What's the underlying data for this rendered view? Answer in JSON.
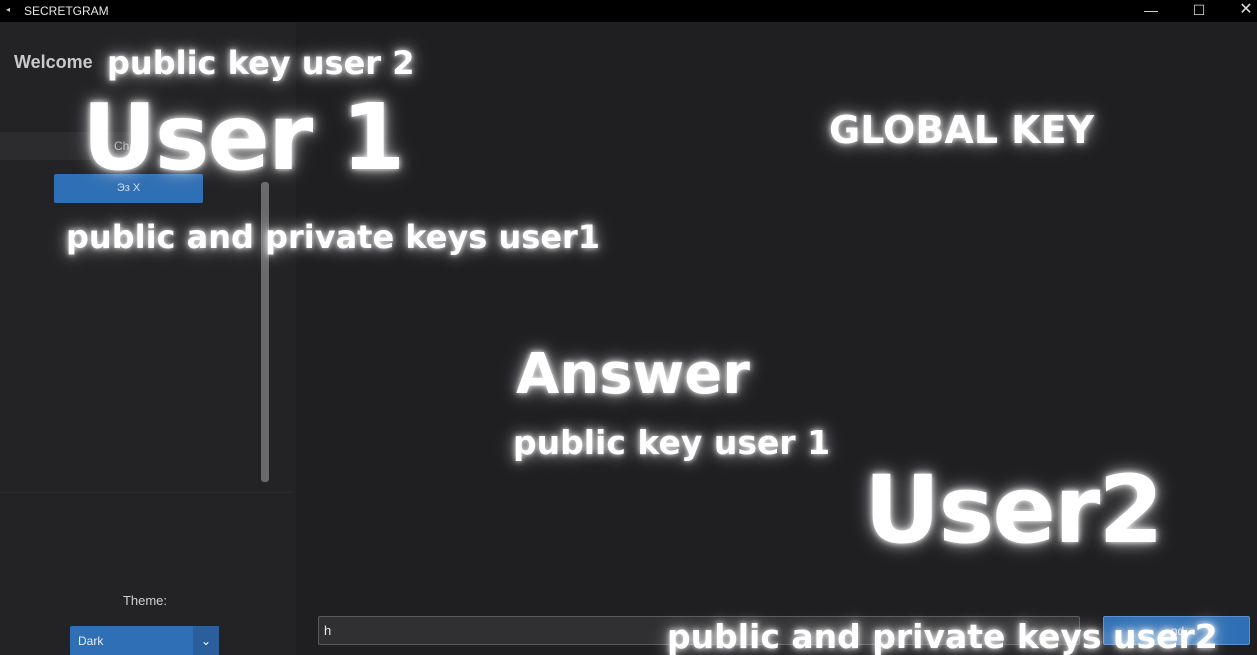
{
  "titlebar": {
    "title": "SECRETGRAM",
    "minimize_glyph": "—",
    "maximize_glyph": "☐",
    "close_glyph": "✕"
  },
  "sidebar": {
    "welcome": "Welcome",
    "chat_item_label": "Cha",
    "blue_button_label": "Эз X",
    "theme_label": "Theme:",
    "theme_value": "Dark",
    "theme_caret": "⌄"
  },
  "composer": {
    "input_value": "h",
    "send_label": "nd"
  },
  "overlay": {
    "public_key_user2": "public key user 2",
    "user1": "User 1",
    "global_key": "GLOBAL KEY",
    "public_private_user1": "public and private keys user1",
    "answer": "Answer",
    "public_key_user1": "public key user 1",
    "user2": "User2",
    "public_private_user2": "public and private keys user2"
  },
  "colors": {
    "accent": "#2f6fb5",
    "background": "#1f1f22",
    "sidebar": "#232326"
  }
}
